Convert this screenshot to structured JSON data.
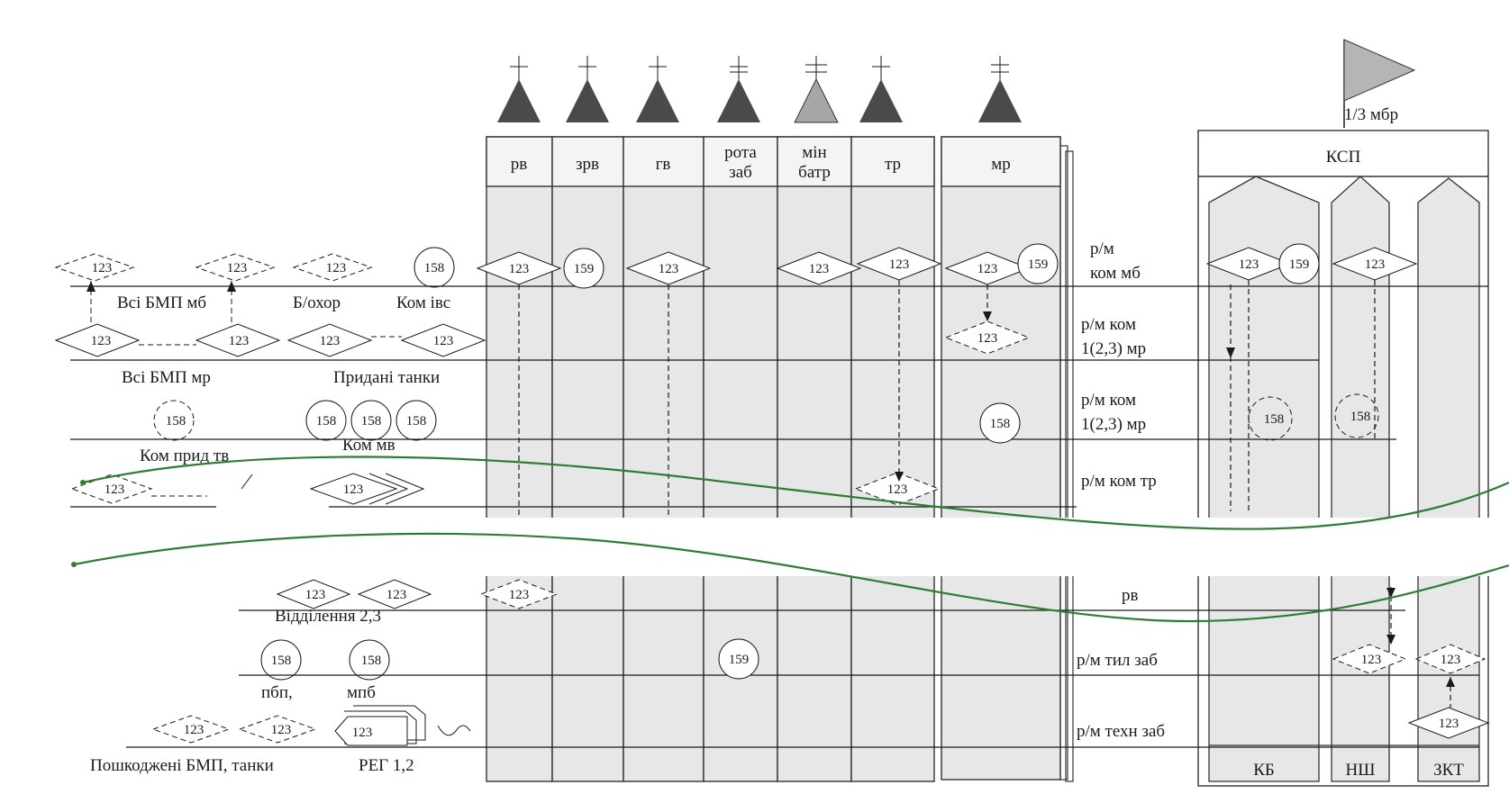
{
  "headquarters_flag": "1/3 мбр",
  "columns": [
    "рв",
    "зрв",
    "гв",
    "рота\nзаб",
    "мін\nбатр",
    "тр",
    "мр"
  ],
  "ksp": {
    "title": "КСП",
    "sections": [
      "КБ",
      "НШ",
      "ЗКТ"
    ]
  },
  "networks": {
    "mb": "р/м\nком мб",
    "mr_1": "р/м ком\n1(2,3) мр",
    "mr_2": "р/м ком\n1(2,3) мр",
    "tr": "р/м ком тр",
    "rv": "рв",
    "til": "р/м тил заб",
    "tekhn": "р/м техн заб"
  },
  "left_labels": {
    "all_bmp_mb": "Всі БМП мб",
    "b_okhor": "Б/охор",
    "kom_isv": "Ком івс",
    "all_bmp_mr": "Всі БМП мр",
    "attached_tanks": "Придані  танки",
    "kom_prid_tv": "Ком  прид  тв",
    "kom_mv": "Ком мв",
    "viddilennia": "Відділення 2,3",
    "pbp": "пбп,",
    "mpb": "мпб",
    "damaged": "Пошкоджені БМП, танки",
    "reg": "РЕГ 1,2"
  },
  "station_codes": {
    "s123": "123",
    "s158": "158",
    "s159": "159"
  },
  "colors": {
    "ink": "#1a1a1a",
    "column_fill": "#e7e7e7",
    "triangle": "#4a4a4a",
    "triangle_light": "#a6a6a6",
    "route_line": "#2f7d32"
  }
}
